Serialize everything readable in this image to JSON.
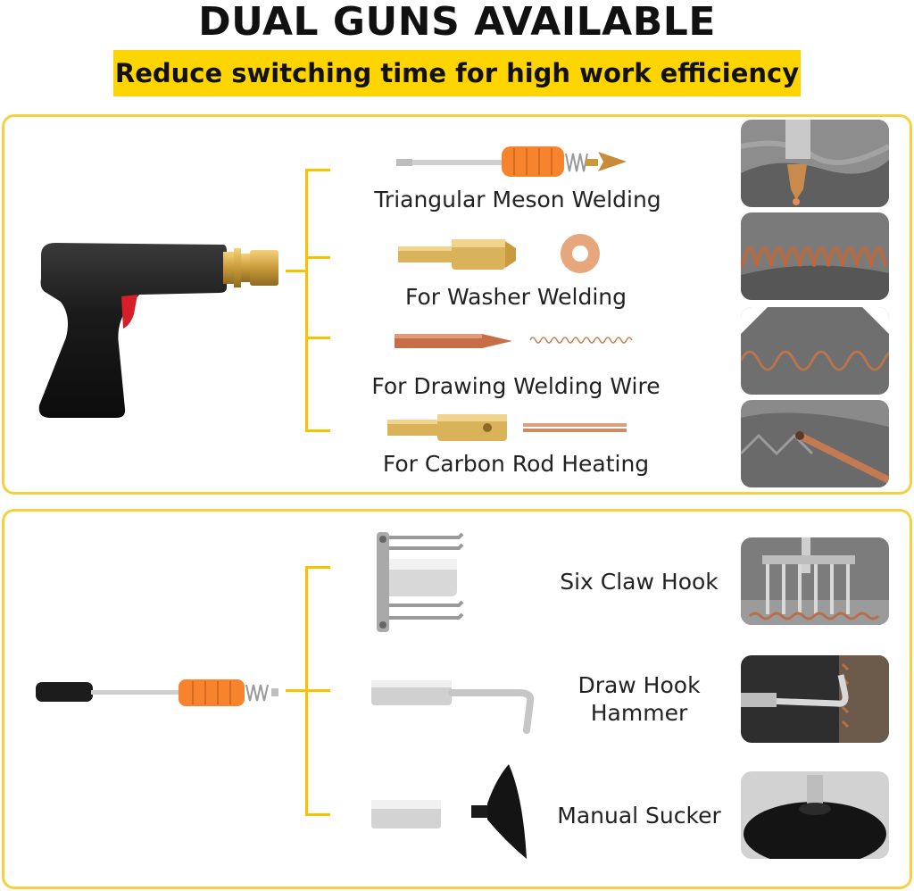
{
  "header": {
    "title": "DUAL GUNS AVAILABLE",
    "subtitle": "Reduce switching time for high work efficiency"
  },
  "panel_top": {
    "items": [
      {
        "label": "Triangular Meson Welding",
        "photo": "triangle-welding-photo"
      },
      {
        "label": "For Washer Welding",
        "photo": "washer-welding-photo"
      },
      {
        "label": "For Drawing Welding Wire",
        "photo": "wave-wire-photo"
      },
      {
        "label": "For Carbon Rod Heating",
        "photo": "carbon-rod-photo"
      }
    ]
  },
  "panel_bottom": {
    "items": [
      {
        "label": "Six Claw Hook",
        "photo": "six-claw-photo"
      },
      {
        "label_line1": "Draw Hook",
        "label_line2": "Hammer",
        "photo": "draw-hook-photo"
      },
      {
        "label": "Manual Sucker",
        "photo": "sucker-photo"
      }
    ]
  },
  "colors": {
    "accent_yellow": "#ffd500",
    "border_yellow": "#f5d142",
    "handle_orange": "#f7832d",
    "copper": "#c8764a",
    "brass": "#c9a04a"
  }
}
